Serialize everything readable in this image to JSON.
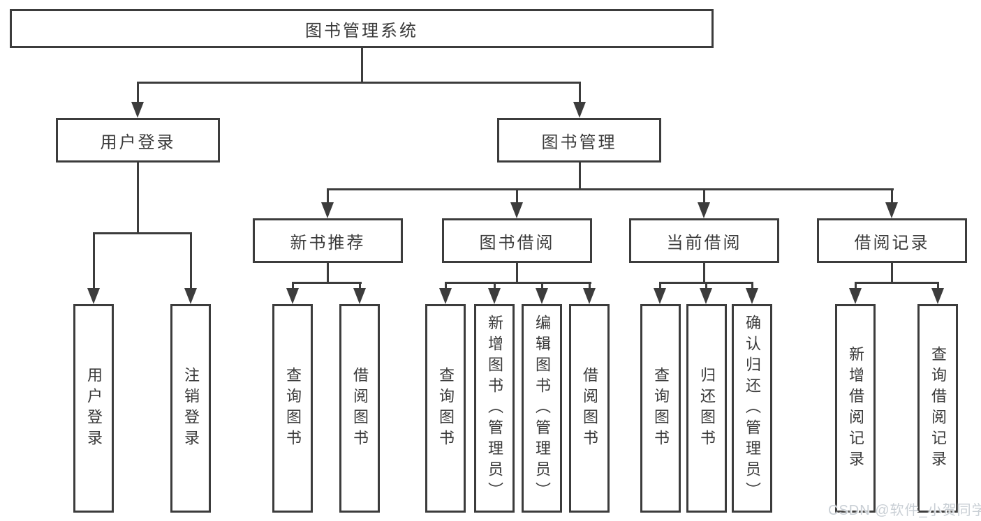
{
  "diagram": {
    "watermark": "CSDN @软件_小贺同学",
    "tree": {
      "label": "图书管理系统",
      "children": [
        {
          "label": "用户登录",
          "children": [
            {
              "label": "用户登录"
            },
            {
              "label": "注销登录"
            }
          ]
        },
        {
          "label": "图书管理",
          "children": [
            {
              "label": "新书推荐",
              "children": [
                {
                  "label": "查询图书"
                },
                {
                  "label": "借阅图书"
                }
              ]
            },
            {
              "label": "图书借阅",
              "children": [
                {
                  "label": "查询图书"
                },
                {
                  "label": "新增图书（管理员）"
                },
                {
                  "label": "编辑图书（管理员）"
                },
                {
                  "label": "借阅图书"
                }
              ]
            },
            {
              "label": "当前借阅",
              "children": [
                {
                  "label": "查询图书"
                },
                {
                  "label": "归还图书"
                },
                {
                  "label": "确认归还（管理员）"
                }
              ]
            },
            {
              "label": "借阅记录",
              "children": [
                {
                  "label": "新增借阅记录"
                },
                {
                  "label": "查询借阅记录"
                }
              ]
            }
          ]
        }
      ]
    },
    "colors": {
      "line": "#3c3c3c",
      "text": "#3a3a3a",
      "background": "#ffffff",
      "watermark": "#c9cfd5"
    }
  }
}
